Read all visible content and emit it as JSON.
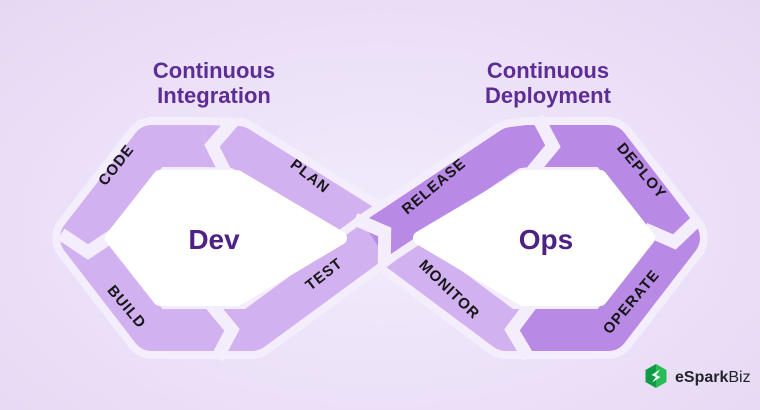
{
  "titles": {
    "ci_line1": "Continuous",
    "ci_line2": "Integration",
    "cd_line1": "Continuous",
    "cd_line2": "Deployment"
  },
  "loops": {
    "dev": {
      "label": "Dev"
    },
    "ops": {
      "label": "Ops"
    }
  },
  "stages": {
    "plan": "PLAN",
    "code": "CODE",
    "build": "BUILD",
    "test": "TEST",
    "release": "RELEASE",
    "deploy": "DEPLOY",
    "operate": "OPERATE",
    "monitor": "MONITOR"
  },
  "branding": {
    "logo_bold": "eSpark",
    "logo_regular": "Biz",
    "logo_icon": "espark-hexagon-spark-icon"
  },
  "colors": {
    "background": "#ECE1F8",
    "light_band": "#D1B1EF",
    "dark_band": "#B98AE5",
    "halo": "#F3EDFC",
    "white_center": "#FFFFFF",
    "heading_text": "#5D2C95",
    "loop_text": "#4E2285",
    "stage_text": "#161616",
    "logo_green_dark": "#0E9B47",
    "logo_green_light": "#27BC57",
    "logo_text": "#23232B"
  }
}
